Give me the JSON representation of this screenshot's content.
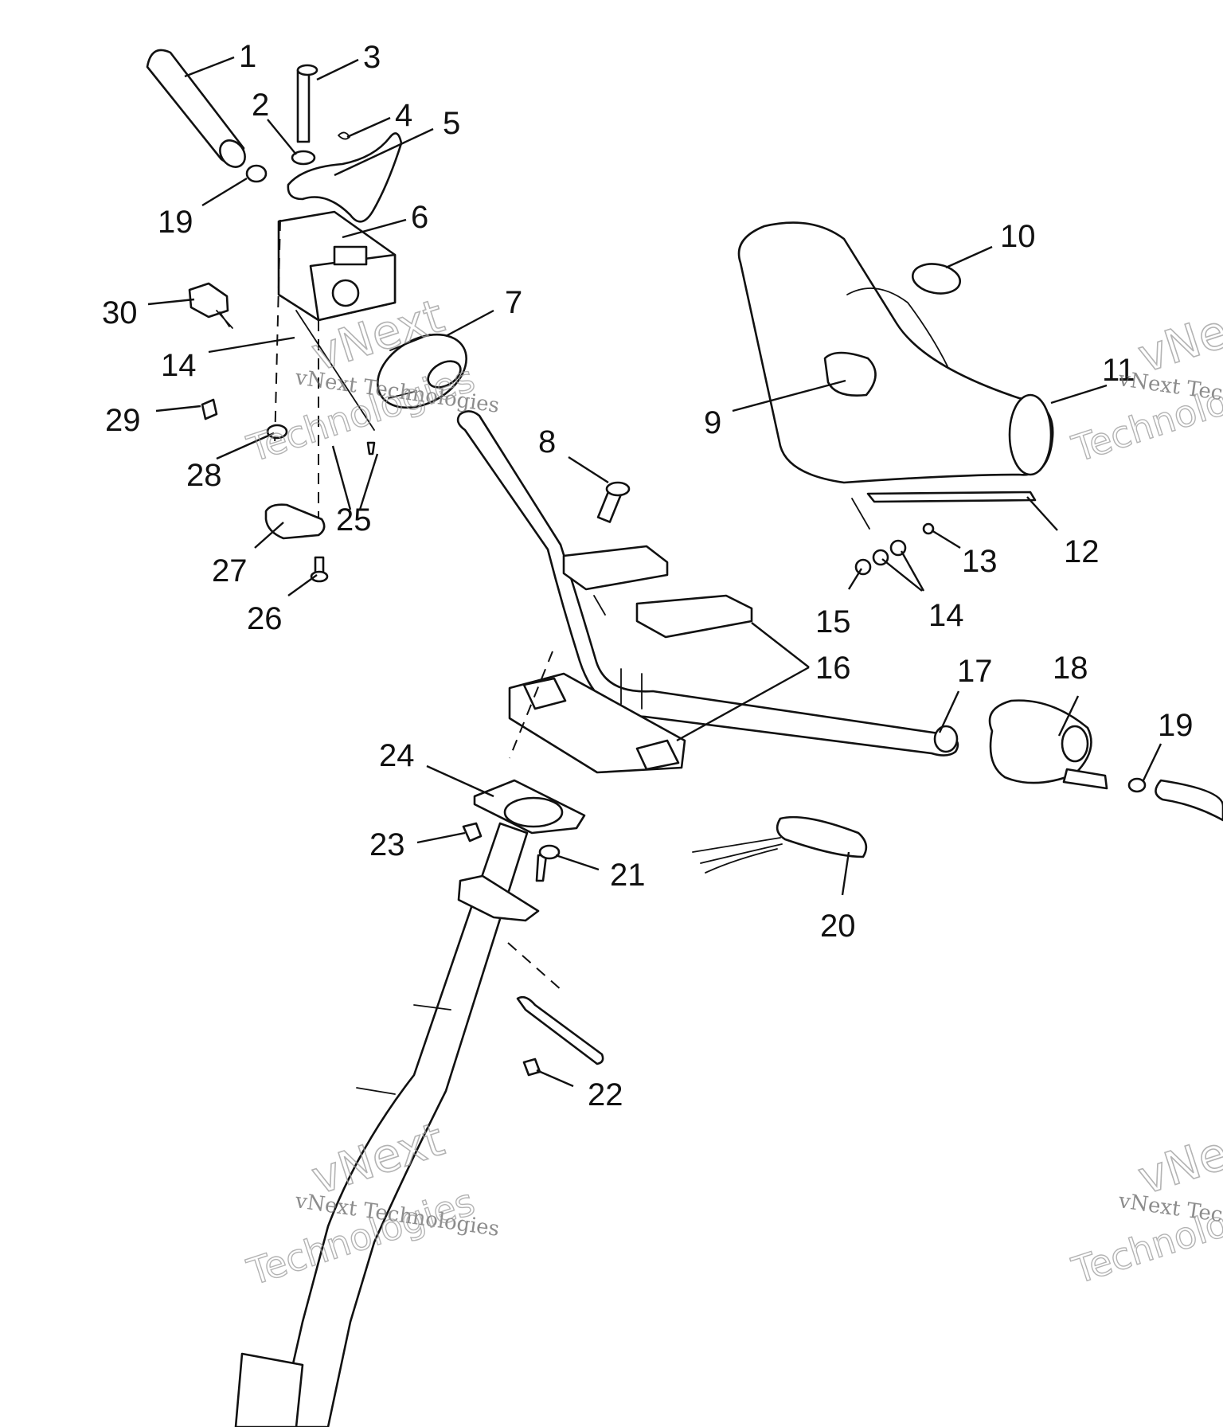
{
  "diagram": {
    "callouts": [
      "1",
      "3",
      "2",
      "4",
      "5",
      "19",
      "6",
      "30",
      "7",
      "14",
      "29",
      "28",
      "25",
      "27",
      "26",
      "8",
      "10",
      "11",
      "9",
      "12",
      "13",
      "14",
      "15",
      "16",
      "17",
      "18",
      "19",
      "24",
      "23",
      "21",
      "20",
      "22"
    ],
    "watermark": {
      "line1": "vNext Technologies",
      "line2": "vNext",
      "line3": "Technologies"
    }
  }
}
